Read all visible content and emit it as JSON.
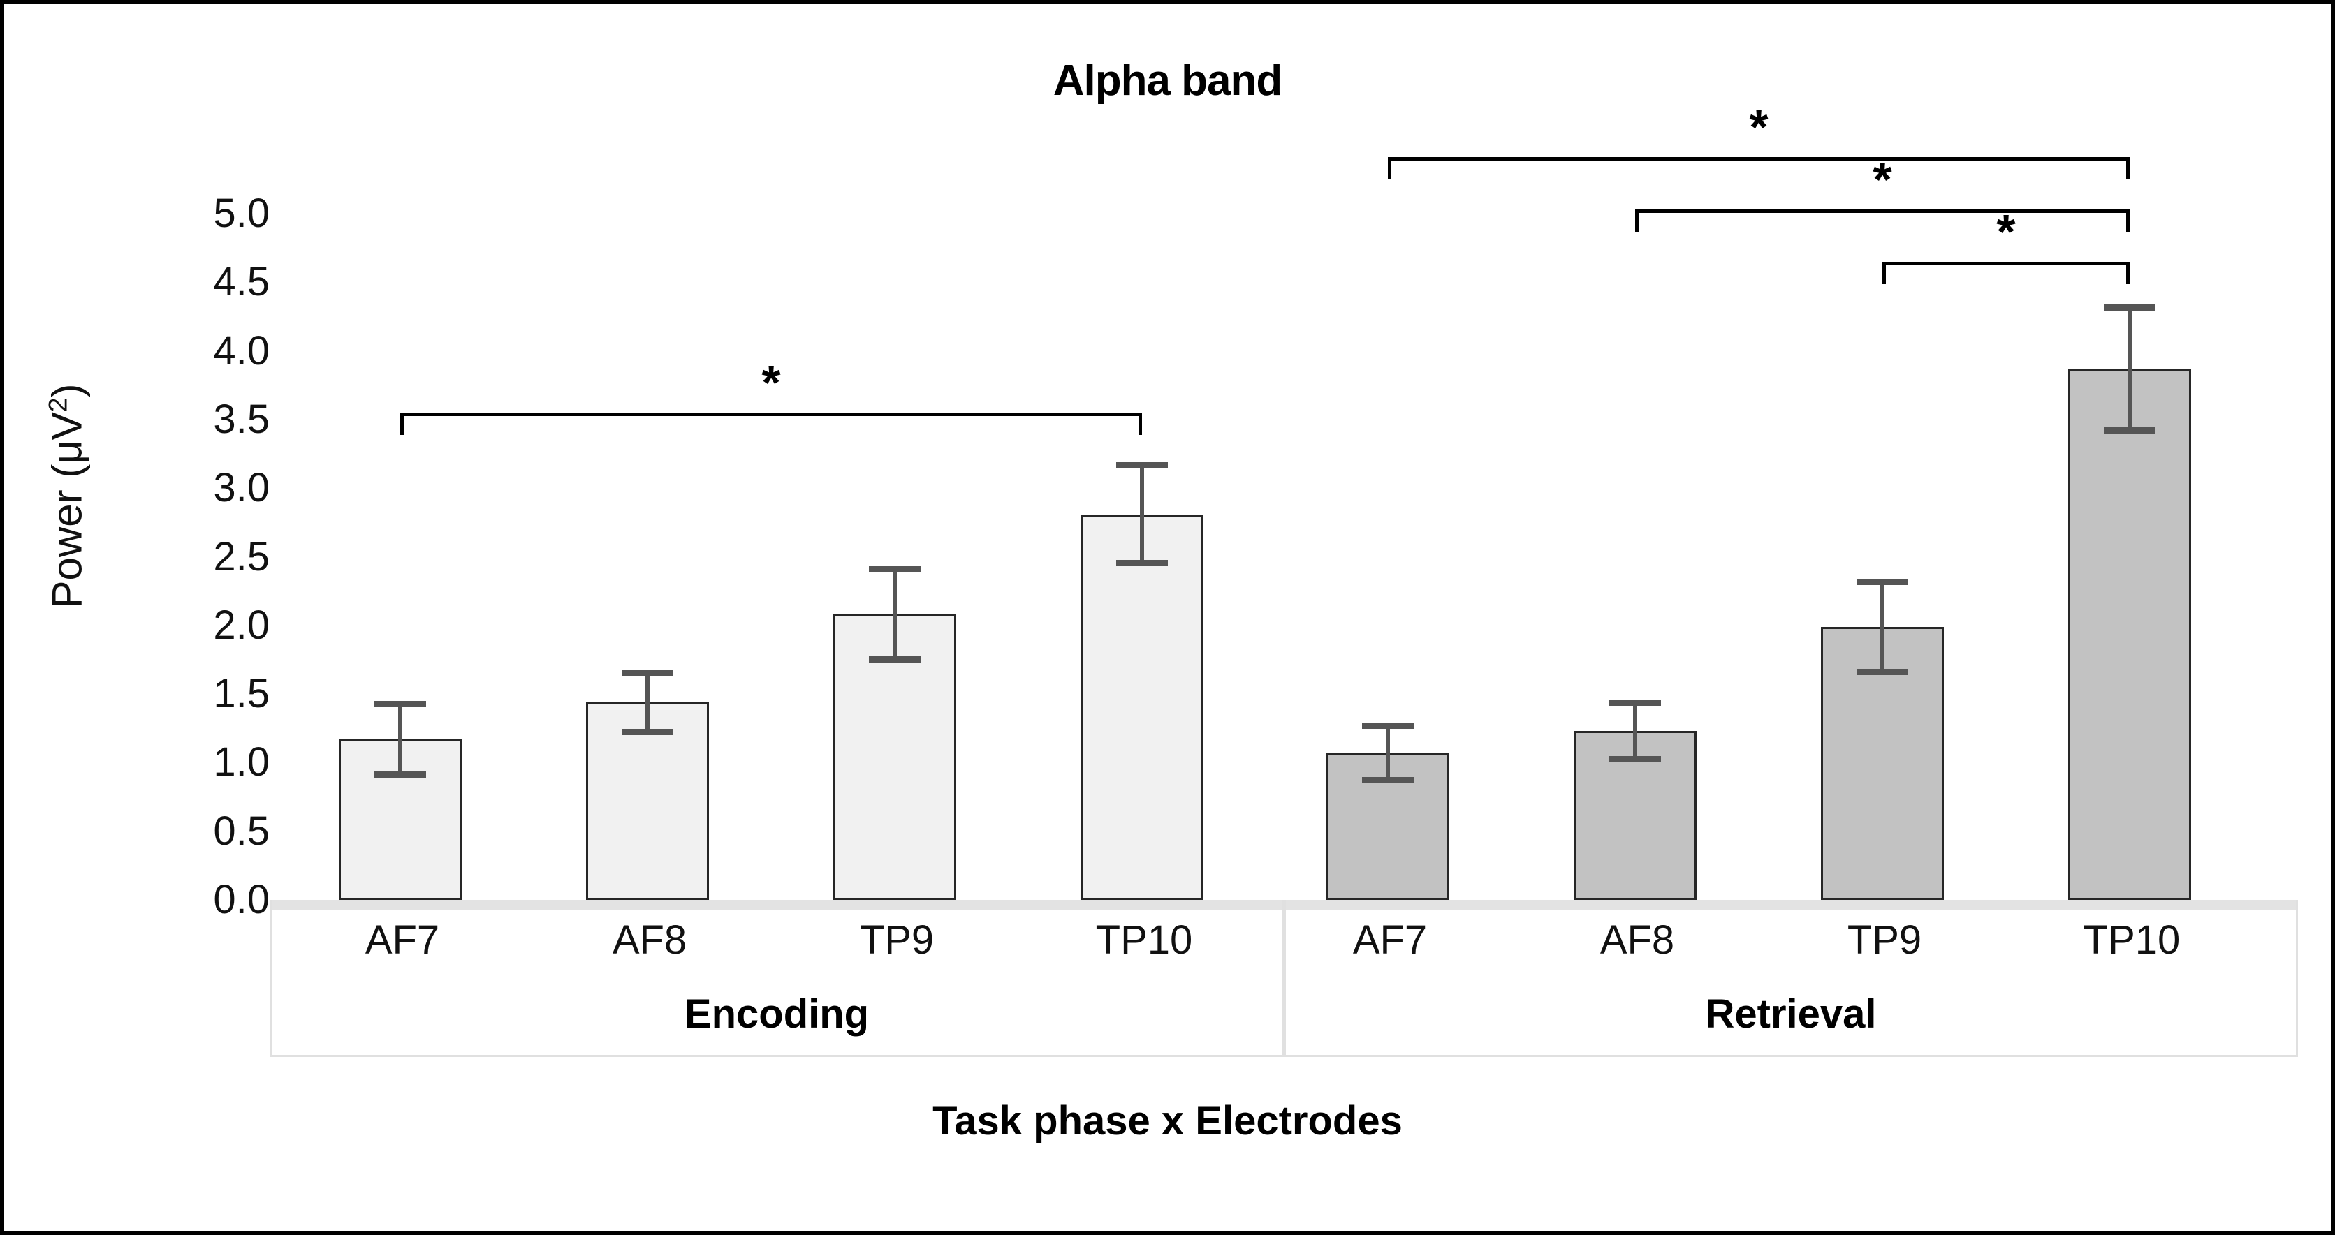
{
  "chart_data": {
    "type": "bar",
    "title": "Alpha band",
    "xlabel": "Task phase x Electrodes",
    "ylabel": "Power (μV²)",
    "ylim": [
      0.0,
      5.0
    ],
    "ytick_step": 0.5,
    "ytick_labels": [
      "5.0",
      "4.5",
      "4.0",
      "3.5",
      "3.0",
      "2.5",
      "2.0",
      "1.5",
      "1.0",
      "0.5",
      "0.0"
    ],
    "grid": false,
    "legend": "none",
    "error_bar_type": "standard error",
    "groups": [
      {
        "name": "Encoding",
        "fill_color": "#f1f1f1",
        "categories": [
          "AF7",
          "AF8",
          "TP9",
          "TP10"
        ],
        "values": [
          1.17,
          1.44,
          2.08,
          2.81
        ],
        "errors": [
          0.26,
          0.22,
          0.33,
          0.36
        ]
      },
      {
        "name": "Retrieval",
        "fill_color": "#c2c2c2",
        "categories": [
          "AF7",
          "AF8",
          "TP9",
          "TP10"
        ],
        "values": [
          1.07,
          1.23,
          1.99,
          3.87
        ],
        "errors": [
          0.2,
          0.21,
          0.33,
          0.45
        ]
      }
    ],
    "significance_brackets": [
      {
        "label": "*",
        "group": "Encoding",
        "from": "AF7",
        "to": "TP10",
        "y": 3.55
      },
      {
        "label": "*",
        "group": "Retrieval",
        "from": "AF7",
        "to": "TP10",
        "y": 5.41
      },
      {
        "label": "*",
        "group": "Retrieval",
        "from": "AF8",
        "to": "TP10",
        "y": 5.03
      },
      {
        "label": "*",
        "group": "Retrieval",
        "from": "TP9",
        "to": "TP10",
        "y": 4.65
      }
    ]
  },
  "axis": {
    "y_title": "Power (μV",
    "y_title_sup": "2",
    "y_title_close": ")"
  }
}
